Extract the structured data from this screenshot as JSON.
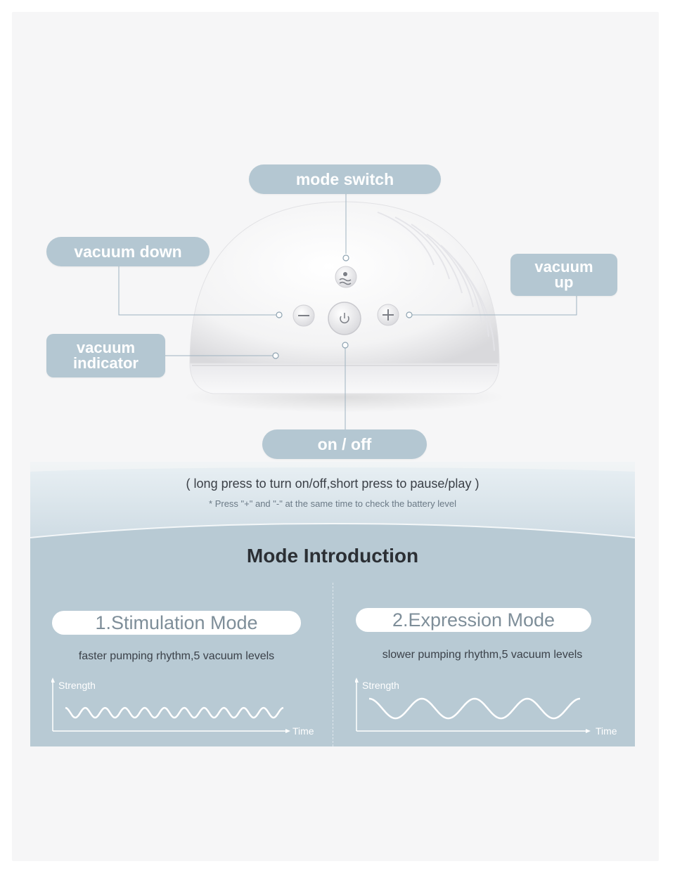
{
  "labels": {
    "mode_switch": "mode switch",
    "vacuum_down": "vacuum down",
    "vacuum_up_line1": "vacuum",
    "vacuum_up_line2": "up",
    "vacuum_indicator_line1": "vacuum",
    "vacuum_indicator_line2": "indicator",
    "on_off": "on / off"
  },
  "notes": {
    "main": "( long press to turn on/off,short press to pause/play )",
    "sub": "* Press \"+\" and \"-\" at the same time to check the battery level"
  },
  "mode_section": {
    "title": "Mode Introduction",
    "modes": [
      {
        "name": "1.Stimulation Mode",
        "description": "faster pumping rhythm,5 vacuum levels",
        "y_label": "Strength",
        "x_label": "Time"
      },
      {
        "name": "2.Expression Mode",
        "description": "slower pumping rhythm,5 vacuum levels",
        "y_label": "Strength",
        "x_label": "Time"
      }
    ]
  },
  "colors": {
    "pill": "#b4c7d2",
    "panel": "#b8cad4",
    "device": "#ffffff"
  },
  "icons": [
    "minus-icon",
    "power-icon",
    "plus-icon",
    "mode-wave-icon"
  ]
}
